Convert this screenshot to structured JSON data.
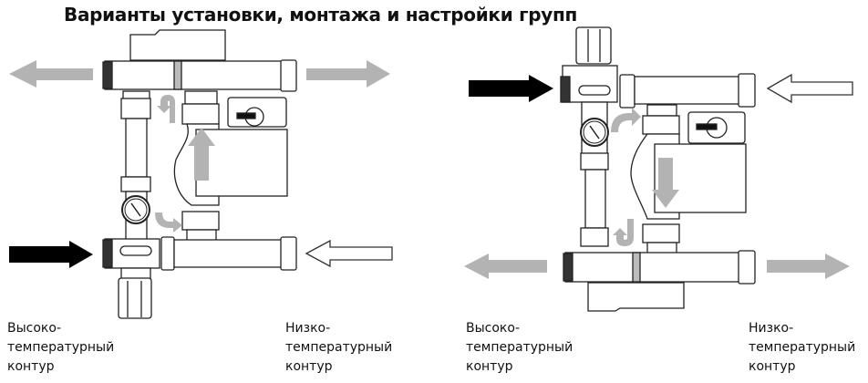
{
  "title": "Варианты установки, монтажа и настройки групп",
  "diagrams": [
    {
      "id": "left",
      "labels": {
        "high_temp": [
          "Высоко-",
          "температурный",
          "контур"
        ],
        "low_temp": [
          "Низко-",
          "температурный",
          "контур"
        ]
      },
      "pump_flow_direction": "up",
      "valve_position": "bottom",
      "thermostatic_head_position": "bottom"
    },
    {
      "id": "right",
      "labels": {
        "high_temp": [
          "Высоко-",
          "температурный",
          "контур"
        ],
        "low_temp": [
          "Низко-",
          "температурный",
          "контур"
        ]
      },
      "pump_flow_direction": "down",
      "valve_position": "top",
      "thermostatic_head_position": "top"
    }
  ],
  "colors": {
    "supply_arrow": "#000000",
    "flow_arrow": "#b3b3b3",
    "return_arrow_outline": "#333333",
    "line": "#222222"
  },
  "icons": {
    "supply": "black-arrow-icon",
    "flow": "grey-arrow-icon",
    "return": "outline-arrow-icon",
    "gauge": "thermometer-gauge-icon"
  }
}
